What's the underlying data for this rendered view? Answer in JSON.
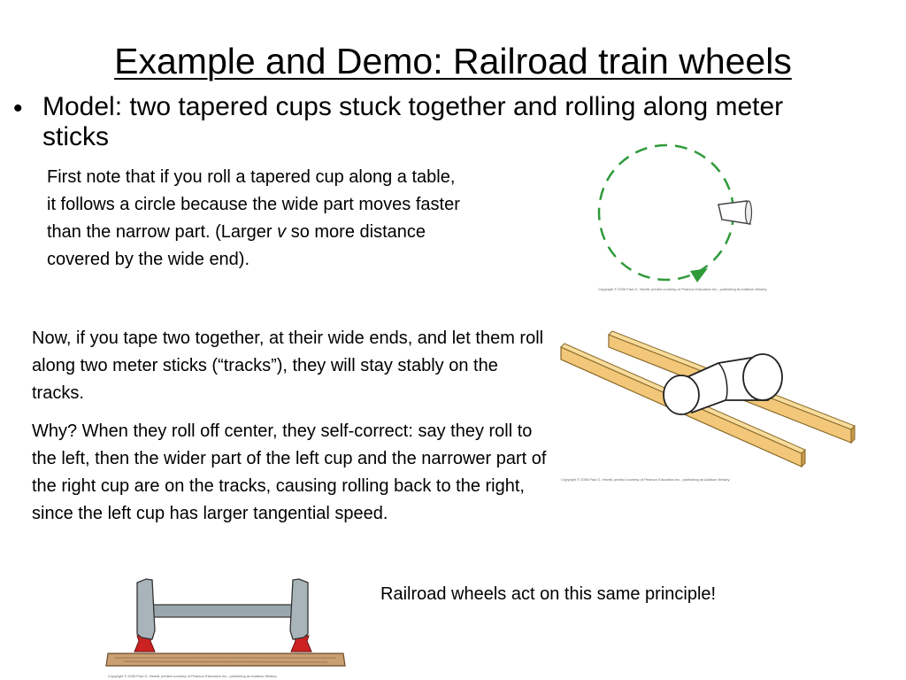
{
  "slide": {
    "title": "Example and Demo: Railroad train wheels",
    "bullet": {
      "marker": "•",
      "text": "Model:  two tapered cups stuck together and rolling along meter sticks"
    },
    "paragraph_1": {
      "before_v": "First note that if you roll a tapered cup along a table, it follows a circle because the wide part moves faster than the narrow part. (Larger ",
      "v": "v",
      "after_v": " so more distance covered by the wide end)."
    },
    "paragraph_2": "Now, if you tape two together, at their wide ends, and let them roll along two meter sticks (“tracks”), they will stay stably on the tracks.",
    "paragraph_3": "Why? When they roll off center, they self-correct: say they roll to the left, then the wider part of the left cup and the narrower part of the right cup are on the tracks, causing rolling back to the right, since the left cup has larger tangential speed.",
    "paragraph_4": "Railroad wheels act on this same principle!"
  },
  "figures": {
    "cup_circle": {
      "caption": "Copyright © 2006 Paul G. Hewitt, printed courtesy of Pearson Education Inc., publishing as Addison Wesley.",
      "path_color": "#2e9a3a"
    },
    "cups_on_sticks": {
      "caption": "Copyright © 2006 Paul G. Hewitt, printed courtesy of Pearson Education Inc., publishing as Addison Wesley.",
      "stick_color": "#f2c77a"
    },
    "railroad_wheels": {
      "caption": "Copyright © 2006 Paul G. Hewitt, printed courtesy of Pearson Education Inc., publishing as Addison Wesley.",
      "rail_color": "#cc2222"
    }
  }
}
